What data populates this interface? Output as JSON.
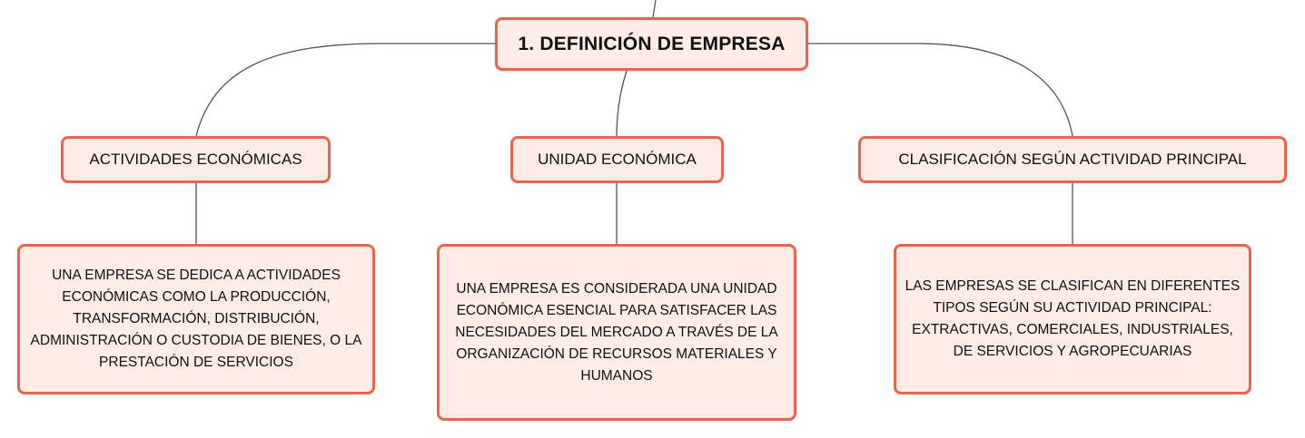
{
  "root": {
    "label": "1. DEFINICIÓN DE EMPRESA"
  },
  "branches": [
    {
      "label": "ACTIVIDADES ECONÓMICAS",
      "detail": "UNA EMPRESA SE DEDICA A ACTIVIDADES ECONÓMICAS COMO LA PRODUCCIÓN, TRANSFORMACIÓN, DISTRIBUCIÓN, ADMINISTRACIÓN O CUSTODIA DE BIENES, O LA PRESTACIÓN DE SERVICIOS"
    },
    {
      "label": "UNIDAD ECONÓMICA",
      "detail": "UNA EMPRESA ES CONSIDERADA UNA UNIDAD ECONÓMICA ESENCIAL PARA SATISFACER LAS NECESIDADES DEL MERCADO A TRAVÉS DE LA ORGANIZACIÓN DE RECURSOS MATERIALES Y HUMANOS"
    },
    {
      "label": "CLASIFICACIÓN SEGÚN ACTIVIDAD PRINCIPAL",
      "detail": "LAS EMPRESAS SE CLASIFICAN EN DIFERENTES TIPOS SEGÚN SU ACTIVIDAD PRINCIPAL: EXTRACTIVAS, COMERCIALES, INDUSTRIALES, DE SERVICIOS Y AGROPECUARIAS"
    }
  ],
  "colors": {
    "node_border": "#e8654f",
    "node_fill": "#fdebe6",
    "connector": "#555555"
  }
}
